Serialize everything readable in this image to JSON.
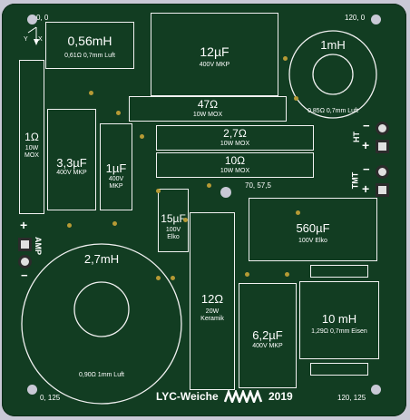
{
  "coords": {
    "top_left": "0, 0",
    "top_right": "120, 0",
    "bottom_left": "0, 125",
    "bottom_right": "120, 125",
    "center": "70, 57,5"
  },
  "axis_marker": {
    "x": "X",
    "y": "Y"
  },
  "components": {
    "l_056": {
      "value": "0,56mH",
      "spec": "0,61Ω 0,7mm Luft"
    },
    "c_12": {
      "value": "12µF",
      "spec": "400V MKP"
    },
    "l_1": {
      "value": "1mH",
      "spec": "0,85Ω 0,7mm Luft"
    },
    "r_47": {
      "value": "47Ω",
      "spec": "10W MOX"
    },
    "r_27": {
      "value": "2,7Ω",
      "spec": "10W MOX"
    },
    "r_10": {
      "value": "10Ω",
      "spec": "10W MOX"
    },
    "r_1": {
      "value": "1Ω",
      "spec1": "10W",
      "spec2": "MOX"
    },
    "c_33": {
      "value": "3,3µF",
      "spec": "400V MKP"
    },
    "c_1": {
      "value": "1µF",
      "spec1": "400V",
      "spec2": "MKP"
    },
    "c_15": {
      "value": "15µF",
      "spec1": "100V",
      "spec2": "Elko"
    },
    "c_560": {
      "value": "560µF",
      "spec": "100V Elko"
    },
    "l_27": {
      "value": "2,7mH",
      "spec": "0,90Ω 1mm Luft"
    },
    "r_12": {
      "value": "12Ω",
      "spec1": "20W",
      "spec2": "Keramik"
    },
    "c_62": {
      "value": "6,2µF",
      "spec": "400V MKP"
    },
    "l_10": {
      "value": "10 mH",
      "spec": "1,29Ω 0,7mm Eisen"
    }
  },
  "connectors": {
    "ht": {
      "label": "HT",
      "plus": "+",
      "minus": "−"
    },
    "tmt": {
      "label": "TMT",
      "plus": "+",
      "minus": "−"
    },
    "amp": {
      "label": "AMP",
      "plus": "+",
      "minus": "−"
    }
  },
  "footer": {
    "title": "LYC-Weiche",
    "year": "2019"
  },
  "colors": {
    "board": "#123d22",
    "silkscreen": "#ffffff",
    "background": "#c9c9d6",
    "pad_gold": "#b69a35"
  }
}
